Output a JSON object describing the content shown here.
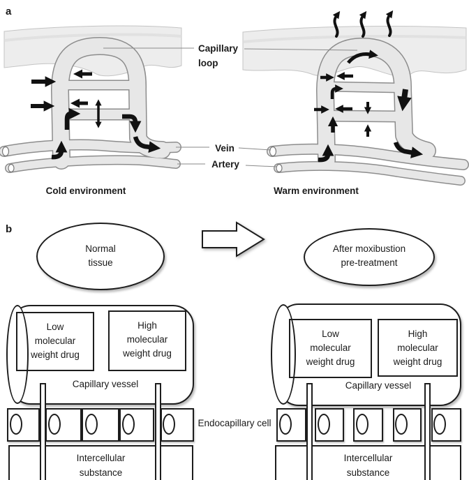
{
  "figure": {
    "panel_a": {
      "marker": "a",
      "labels": {
        "capillary_loop": "Capillary loop",
        "vein": "Vein",
        "artery": "Artery"
      },
      "captions": {
        "cold": "Cold environment",
        "warm": "Warm environment"
      }
    },
    "panel_b": {
      "marker": "b",
      "ellipses": {
        "normal": "Normal tissue",
        "after": "After moxibustion pre-treatment"
      },
      "drug_boxes": {
        "low": "Low molecular weight drug",
        "high": "High molecular weight drug"
      },
      "labels": {
        "capillary_vessel": "Capillary vessel",
        "endocapillary_cell": "Endocapillary cell",
        "intercellular_substance": "Intercellular substance"
      }
    },
    "colors": {
      "ink": "#1a1a1a",
      "sketch_fill": "#e7e7e7",
      "sketch_outline": "#8d8d8d",
      "skin_fill": "#ededed"
    }
  }
}
